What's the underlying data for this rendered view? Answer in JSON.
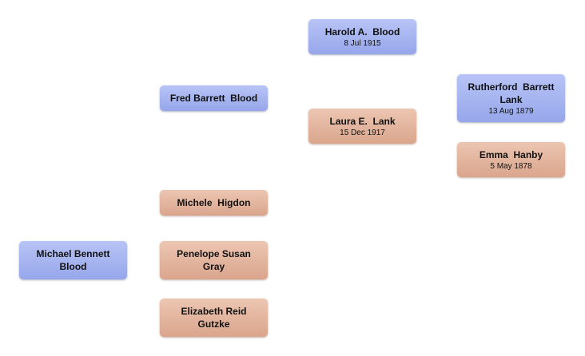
{
  "people": {
    "harold": {
      "name": "Harold A.  Blood",
      "date": "8 Jul 1915"
    },
    "fred": {
      "name": "Fred Barrett  Blood"
    },
    "laura": {
      "name": "Laura E.  Lank",
      "date": "15 Dec 1917"
    },
    "rutherford": {
      "name": "Rutherford  Barrett Lank",
      "date": "13 Aug 1879"
    },
    "emma": {
      "name": "Emma  Hanby",
      "date": "5 May 1878"
    },
    "michele": {
      "name": "Michele  Higdon"
    },
    "michael": {
      "name": "Michael Bennett Blood"
    },
    "penelope": {
      "name": "Penelope Susan Gray"
    },
    "elizabeth": {
      "name": "Elizabeth Reid Gutzke"
    }
  },
  "colors": {
    "male": "#a6b3f0",
    "female": "#e4b59e"
  }
}
